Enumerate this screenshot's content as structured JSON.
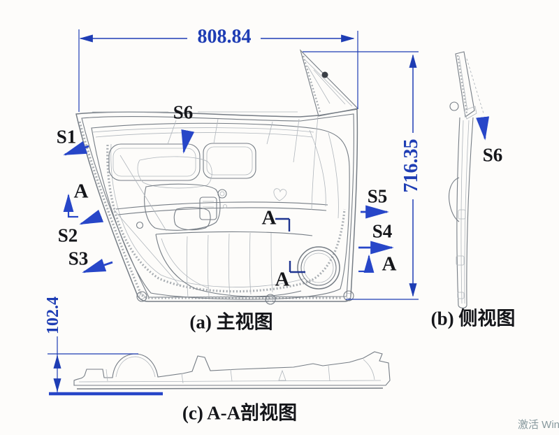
{
  "figure": {
    "dimensions": {
      "width_mm": "808.84",
      "height_mm": "716.35",
      "section_height_mm": "102.4"
    },
    "surface_labels": {
      "s1": "S1",
      "s2": "S2",
      "s3": "S3",
      "s4": "S4",
      "s5": "S5",
      "s6": "S6"
    },
    "section_mark": "A",
    "captions": {
      "main_view": "(a) 主视图",
      "side_view": "(b) 侧视图",
      "section_view": "(c) A-A剖视图"
    }
  },
  "watermark": {
    "text": "激活 Win"
  },
  "colors": {
    "dim-blue": "#1e3db4",
    "arrow-blue": "#2746c8",
    "bracket-blue": "#1e3490",
    "line-gray": "#767d85",
    "line-light": "#b0b6bc",
    "hatch-gray": "#9aa0a6",
    "ink": "#15161a",
    "watermark-gray": "#87999e",
    "bg": "#fdfcfa"
  }
}
